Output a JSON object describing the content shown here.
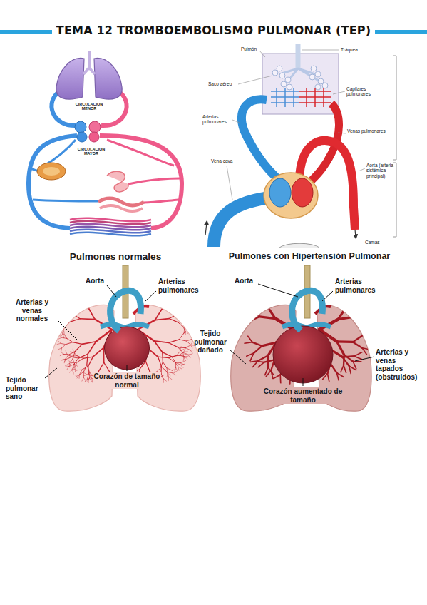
{
  "diagram": {
    "title": "TEMA 12 TROMBOEMBOLISMO PULMONAR (TEP)",
    "labels": [
      "CIRCULACION MENOR",
      "CIRCULACION MAYOR",
      "Pulmón",
      "Tráquea",
      "Saco aéreo",
      "Capilares pulmonares",
      "Arterias pulmonares",
      "Venas pulmonares",
      "Vena cava",
      "Aorta (arteria sistémica principal)",
      "Camas",
      "Pulmones normales",
      "Pulmones con Hipertensión Pulmonar",
      "Aorta",
      "Arterias pulmonares",
      "Arterias y venas normales",
      "Tejido pulmonar sano",
      "Corazón de tamaño normal",
      "Aorta",
      "Arterias pulmonares",
      "Tejido pulmonar dañado",
      "Arterias y venas tapados (obstruidos)",
      "Corazón aumentado de tamaño"
    ]
  }
}
